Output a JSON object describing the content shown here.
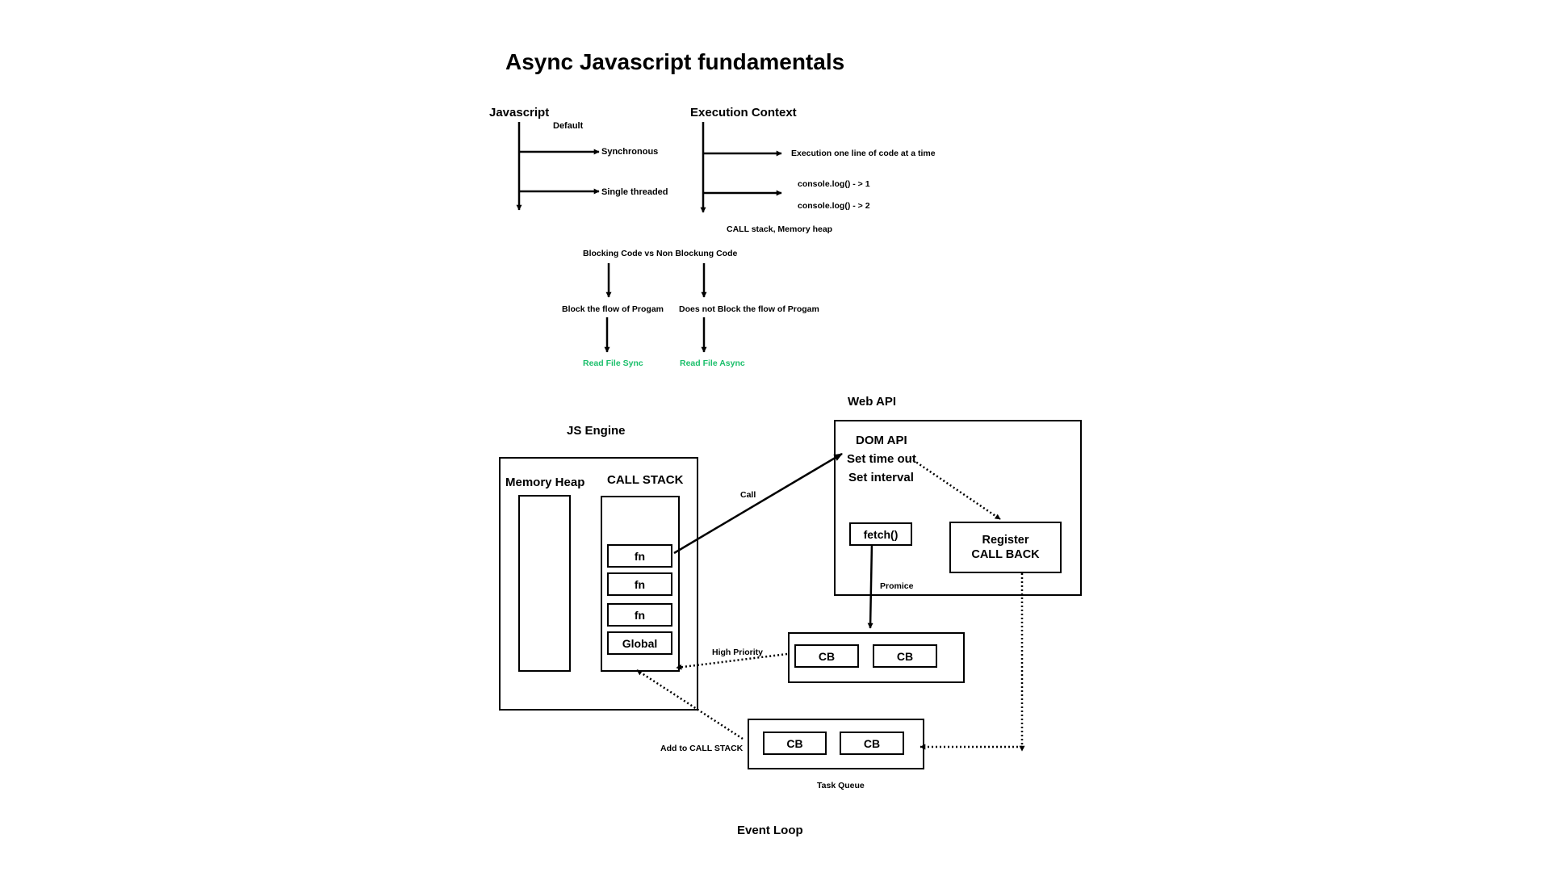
{
  "title": "Async Javascript fundamentals",
  "javascript": {
    "heading": "Javascript",
    "default_label": "Default",
    "items": [
      "Synchronous",
      "Single threaded"
    ]
  },
  "execution_context": {
    "heading": "Execution Context",
    "items": [
      "Execution  one line of code at a time",
      "console.log() - > 1",
      "console.log() - > 2"
    ],
    "footer": "CALL stack,   Memory heap"
  },
  "blocking": {
    "heading": "Blocking Code vs Non Blockung Code",
    "left": "Block the flow of Progam",
    "right": "Does not Block the flow of Progam",
    "left_example": "Read File Sync",
    "right_example": "Read File Async"
  },
  "js_engine": {
    "label": "JS Engine",
    "memory_heap": "Memory Heap",
    "call_stack": "CALL STACK",
    "frames": [
      "fn",
      "fn",
      "fn",
      "Global"
    ]
  },
  "web_api": {
    "label": "Web API",
    "items": [
      "DOM API",
      "Set time out",
      "Set interval"
    ],
    "fetch": "fetch()",
    "register_line1": "Register",
    "register_line2": "CALL BACK"
  },
  "labels": {
    "call": "Call",
    "promice": "Promice",
    "high_priority": "High Priority",
    "add_to_call_stack": "Add to CALL STACK",
    "task_queue": "Task Queue",
    "event_loop": "Event Loop"
  },
  "microtask_queue": {
    "items": [
      "CB",
      "CB"
    ]
  },
  "task_queue": {
    "items": [
      "CB",
      "CB"
    ]
  },
  "colors": {
    "accent_green": "#1bbf6b",
    "ink": "#000000"
  }
}
